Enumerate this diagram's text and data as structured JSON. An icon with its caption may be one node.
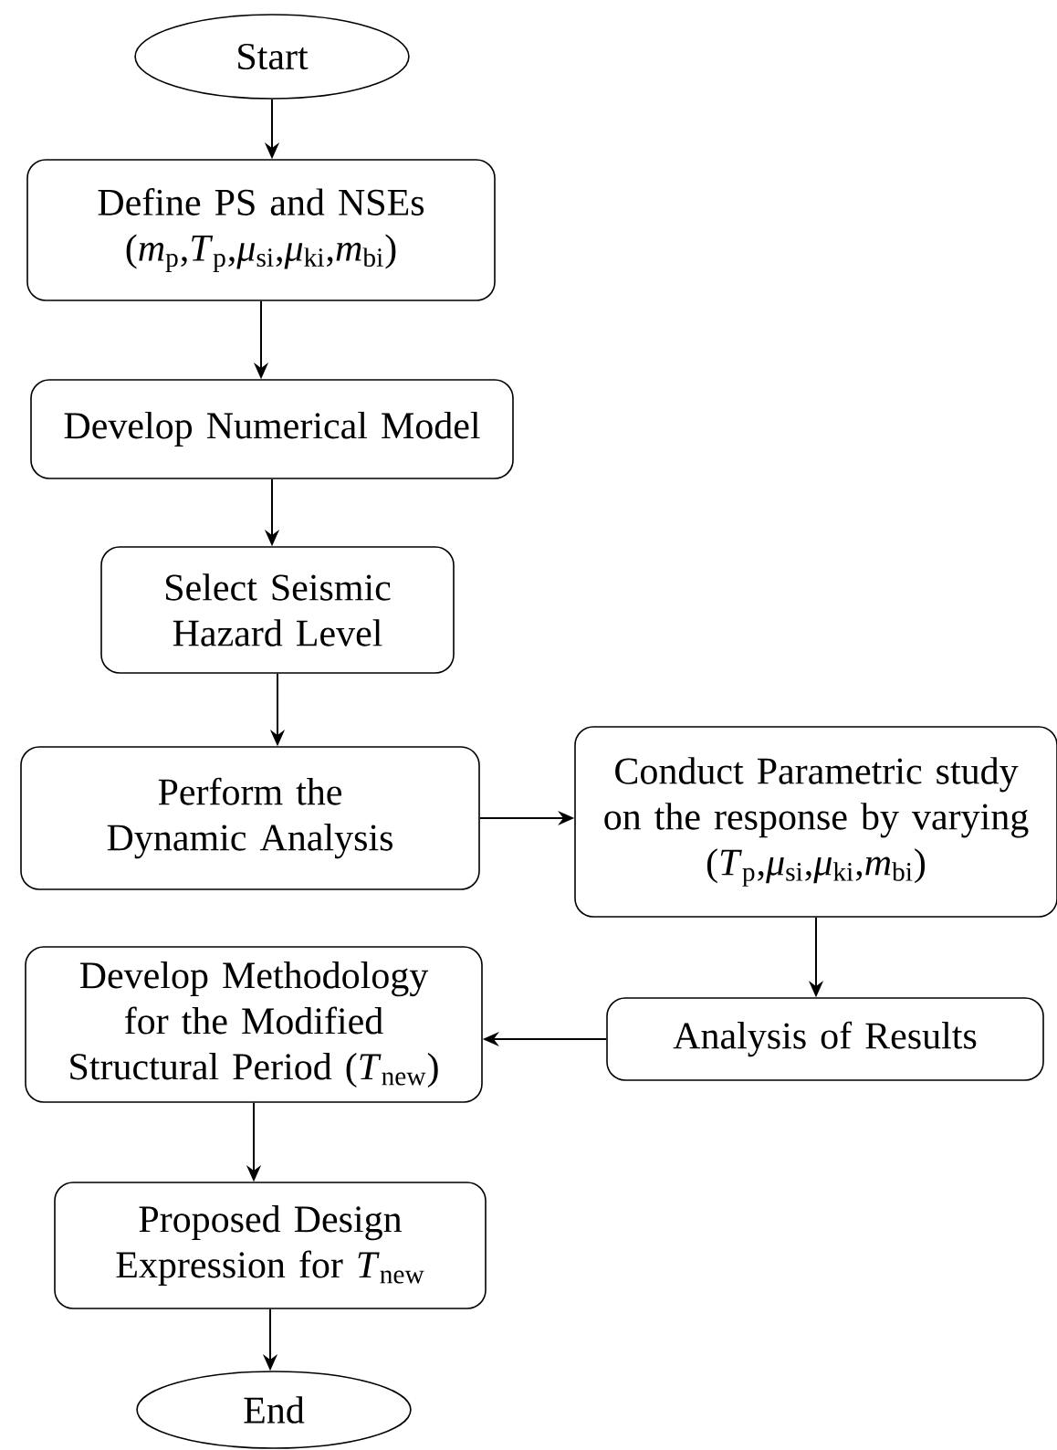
{
  "diagram": {
    "nodes": [
      {
        "text": [
          "Start"
        ]
      },
      {
        "text": [
          "Define PS and NSEs",
          "(*m*$_{p}$,*T*$_{p}$,*μ*$_{si}$,*μ*$_{ki}$,*m*$_{bi}$)"
        ]
      },
      {
        "text": [
          "Develop Numerical Model"
        ]
      },
      {
        "text": [
          "Select Seismic Hazard Level"
        ]
      },
      {
        "text": [
          "Perform the Dynamic Analysis"
        ]
      },
      {
        "text": [
          "Conduct Parametric study on the response by varying",
          "(*T*$_{p}$,*μ*$_{si}$,*μ*$_{ki}$,*m*$_{bi}$)"
        ]
      },
      {
        "text": [
          "Analysis of Results"
        ]
      },
      {
        "text": [
          "Develop Methodology for the Modified Structural Period (*T*$_{new}$)"
        ]
      },
      {
        "text": [
          "Proposed Design Expression for *T*$_{new}$"
        ]
      },
      {
        "text": [
          "End"
        ]
      }
    ],
    "edges": [
      {
        "from": 0,
        "to": 1,
        "arrow": "to"
      },
      {
        "from": 1,
        "to": 2,
        "arrow": "to"
      },
      {
        "from": 2,
        "to": 3,
        "arrow": "to"
      },
      {
        "from": 3,
        "to": 4,
        "arrow": "to"
      },
      {
        "from": 4,
        "to": 5,
        "arrow": "to"
      },
      {
        "from": 5,
        "to": 6,
        "arrow": "to"
      },
      {
        "from": 6,
        "to": 7,
        "arrow": "to"
      },
      {
        "from": 7,
        "to": 8,
        "arrow": "to"
      },
      {
        "from": 8,
        "to": 9,
        "arrow": "to"
      }
    ]
  }
}
